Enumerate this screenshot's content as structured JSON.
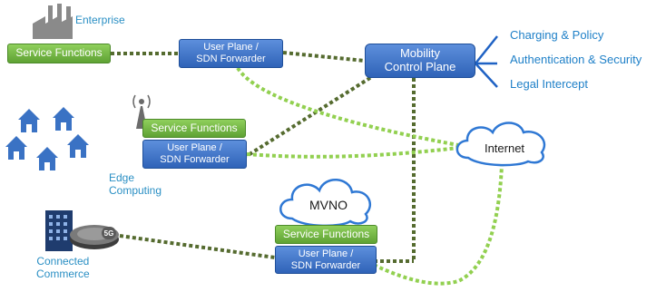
{
  "enterprise": {
    "label": "Enterprise",
    "service_functions": "Service Functions",
    "user_plane_line1": "User Plane /",
    "user_plane_line2": "SDN Forwarder"
  },
  "mobility": {
    "line1": "Mobility",
    "line2": "Control Plane"
  },
  "right_labels": [
    "Charging & Policy",
    "Authentication & Security",
    "Legal Intercept"
  ],
  "edge": {
    "service_functions": "Service Functions",
    "user_plane_line1": "User Plane /",
    "user_plane_line2": "SDN Forwarder",
    "label_line1": "Edge",
    "label_line2": "Computing"
  },
  "internet": {
    "label": "Internet"
  },
  "mvno": {
    "label": "MVNO",
    "service_functions": "Service Functions",
    "user_plane_line1": "User Plane /",
    "user_plane_line2": "SDN Forwarder"
  },
  "commerce": {
    "label_line1": "Connected",
    "label_line2": "Commerce",
    "badge": "5G"
  },
  "colors": {
    "dark_link": "#556b2f",
    "green_link": "#92d050",
    "blue_text": "#1f80c8",
    "box_blue": "#2f63b8",
    "box_green": "#5fa234"
  }
}
